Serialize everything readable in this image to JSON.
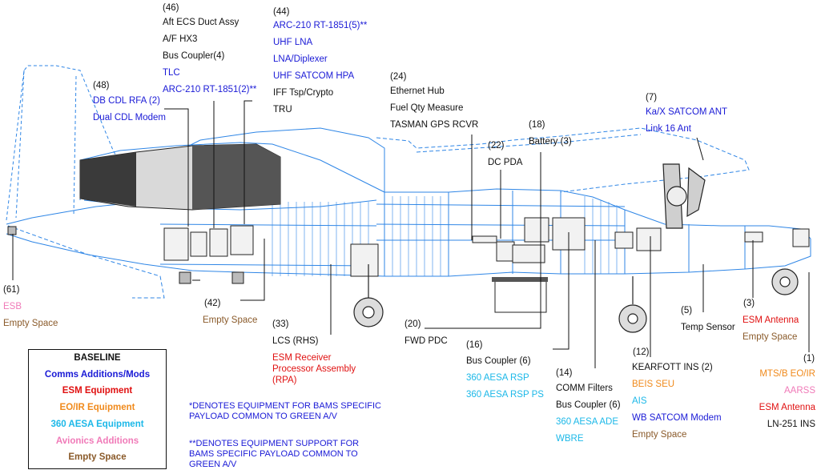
{
  "colors": {
    "black": "#111111",
    "blue": "#1a1ad6",
    "red": "#e01010",
    "orange": "#f08a1c",
    "cyan": "#1cb8e8",
    "pink": "#f07ab8",
    "brown": "#8a5a2a",
    "aircraft_line": "#2f86e6"
  },
  "labels": {
    "g46": {
      "count": "(46)",
      "items": [
        "Aft ECS Duct Assy",
        "A/F HX3",
        "Bus Coupler(4)",
        "TLC",
        "ARC-210 RT-1851(2)**"
      ]
    },
    "g44": {
      "count": "(44)",
      "items": [
        "ARC-210 RT-1851(5)**",
        "UHF LNA",
        "LNA/Diplexer",
        "UHF SATCOM HPA",
        "IFF Tsp/Crypto",
        "TRU"
      ]
    },
    "g48": {
      "count": "(48)",
      "items": [
        "DB CDL RFA (2)",
        "Dual CDL Modem"
      ]
    },
    "g24": {
      "count": "(24)",
      "items": [
        "Ethernet Hub",
        "Fuel Qty Measure",
        "TASMAN GPS RCVR"
      ]
    },
    "g7": {
      "count": "(7)",
      "items": [
        "Ka/X SATCOM ANT",
        "Link 16 Ant"
      ]
    },
    "g18": {
      "count": "(18)",
      "items": [
        "Battery (3)"
      ]
    },
    "g22": {
      "count": "(22)",
      "items": [
        "DC PDA"
      ]
    },
    "g61": {
      "count": "(61)",
      "items": [
        "ESB",
        "Empty Space"
      ]
    },
    "g42": {
      "count": "(42)",
      "items": [
        "Empty Space"
      ]
    },
    "g33": {
      "count": "(33)",
      "items": [
        "LCS (RHS)",
        "ESM Receiver",
        "Processor Assembly",
        "(RPA)"
      ]
    },
    "g20": {
      "count": "(20)",
      "items": [
        "FWD PDC"
      ]
    },
    "g16": {
      "count": "(16)",
      "items": [
        "Bus Coupler (6)",
        "360 AESA RSP",
        "360 AESA RSP PS"
      ]
    },
    "g14": {
      "count": "(14)",
      "items": [
        "COMM Filters",
        "Bus Coupler (6)",
        "360 AESA ADE",
        "WBRE"
      ]
    },
    "g5": {
      "count": "(5)",
      "items": [
        "Temp Sensor"
      ]
    },
    "g3": {
      "count": "(3)",
      "items": [
        "ESM Antenna",
        "Empty Space"
      ]
    },
    "g12": {
      "count": "(12)",
      "items": [
        "KEARFOTT INS (2)",
        "BEIS SEU",
        "AIS",
        "WB SATCOM Modem",
        "Empty Space"
      ]
    },
    "g1": {
      "count": "(1)",
      "items": [
        "MTS/B EO/IR",
        "AARSS",
        "ESM Antenna",
        "LN-251 INS"
      ]
    }
  },
  "legend": {
    "title": "BASELINE",
    "items": [
      "Comms Additions/Mods",
      "ESM Equipment",
      "EO/IR Equipment",
      "360 AESA Equipment",
      "Avionics Additions",
      "Empty Space"
    ]
  },
  "notes": {
    "single": "*DENOTES EQUIPMENT FOR BAMS SPECIFIC PAYLOAD COMMON TO GREEN A/V",
    "double": "**DENOTES EQUIPMENT SUPPORT FOR BAMS SPECIFIC PAYLOAD COMMON TO GREEN A/V"
  }
}
